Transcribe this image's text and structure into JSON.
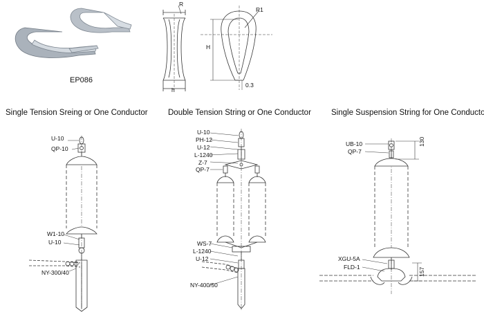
{
  "product": {
    "code": "EP086"
  },
  "dims": {
    "r_small": "R",
    "r_large": "R1",
    "height": "H",
    "width": "h",
    "thickness": "0.3"
  },
  "sections": [
    {
      "title": "Single Tension Sreing or One Conductor",
      "labels": [
        "U-10",
        "QP-10",
        "W1-10",
        "U-10",
        "NY-300/40"
      ]
    },
    {
      "title": "Double Tension String or One Conductor",
      "labels": [
        "U-10",
        "PH-12",
        "U-12",
        "L-1240",
        "Z-7",
        "QP-7",
        "WS-7",
        "L-1240",
        "U-12",
        "NY-400/50"
      ]
    },
    {
      "title": "Single Suspension String for One Conductor",
      "labels": [
        "UB-10",
        "QP-7",
        "XGU-5A",
        "FLD-1"
      ],
      "dims": [
        "130",
        "157"
      ]
    }
  ]
}
